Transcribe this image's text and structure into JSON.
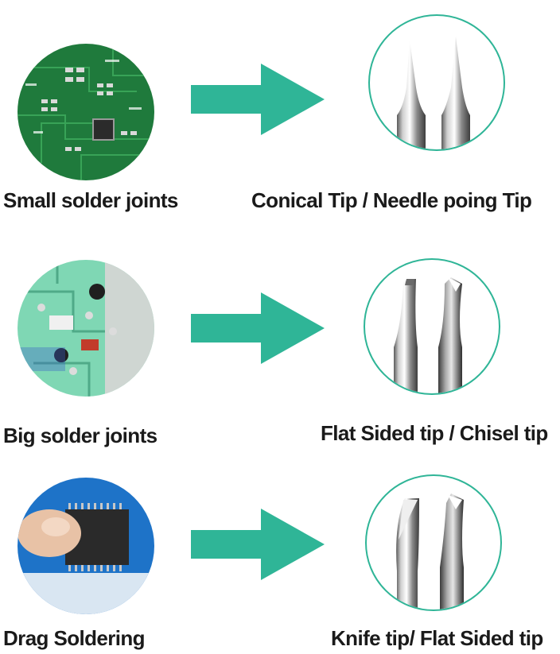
{
  "colors": {
    "accent": "#2fb597",
    "pcb_green": "#1f7a3c",
    "pcb_mint": "#7fd7b4",
    "pcb_blue": "#1e73c8"
  },
  "rows": [
    {
      "situation": "Small solder joints",
      "tip": "Conical Tip / Needle poing Tip",
      "tip_shape": "conical"
    },
    {
      "situation": "Big solder joints",
      "tip": "Flat Sided tip / Chisel tip",
      "tip_shape": "chisel"
    },
    {
      "situation": "Drag Soldering",
      "tip": "Knife tip/ Flat Sided tip",
      "tip_shape": "knife"
    }
  ]
}
